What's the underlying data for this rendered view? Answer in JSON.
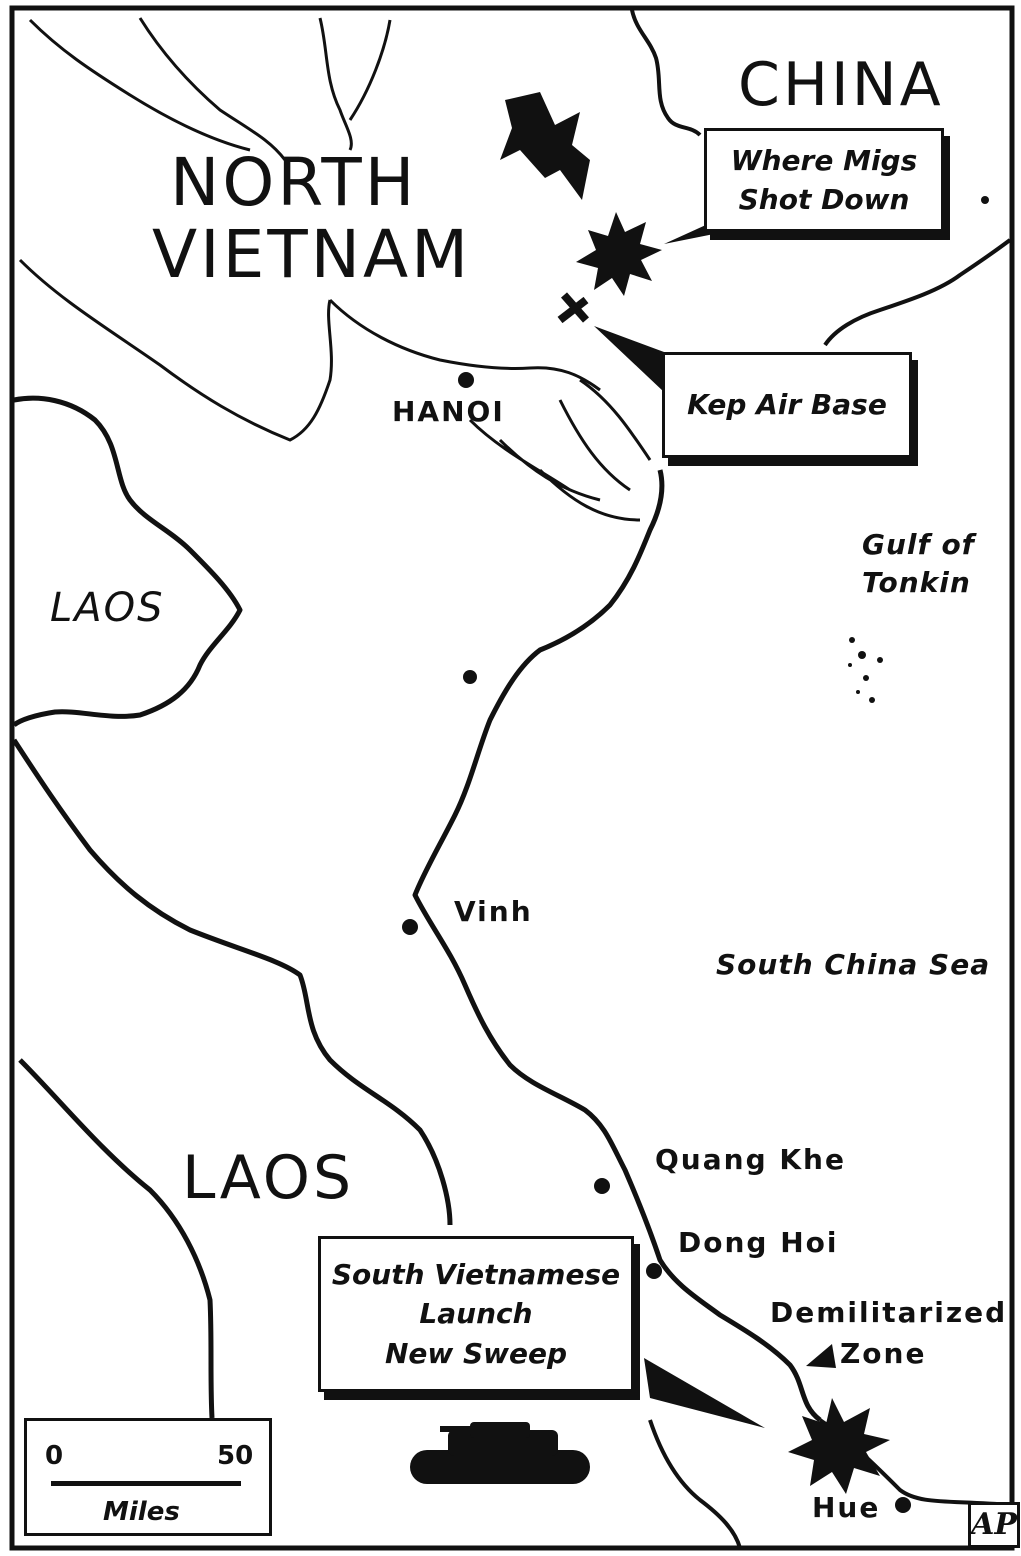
{
  "labels": {
    "china": "CHINA",
    "north_vietnam_line1": "NORTH",
    "north_vietnam_line2": "VIETNAM",
    "laos_north": "LAOS",
    "laos_south": "LAOS",
    "hanoi": "HANOI",
    "vinh": "Vinh",
    "quang_khe": "Quang Khe",
    "dong_hoi": "Dong Hoi",
    "hue": "Hue",
    "gulf_line1": "Gulf of",
    "gulf_line2": "Tonkin",
    "south_china_sea": "South China Sea",
    "dmz_line1": "Demilitarized",
    "dmz_line2": "Zone"
  },
  "callouts": {
    "migs_line1": "Where Migs",
    "migs_line2": "Shot Down",
    "kep": "Kep Air Base",
    "sweep_line1": "South Vietnamese",
    "sweep_line2": "Launch",
    "sweep_line3": "New Sweep"
  },
  "scale": {
    "start": "0",
    "end": "50",
    "unit": "Miles"
  },
  "credit": "AP",
  "icons": [
    "jet-plane-icon",
    "explosion-icon",
    "tank-icon",
    "airfield-icon"
  ],
  "colors": {
    "ink": "#111111",
    "paper": "#ffffff"
  }
}
